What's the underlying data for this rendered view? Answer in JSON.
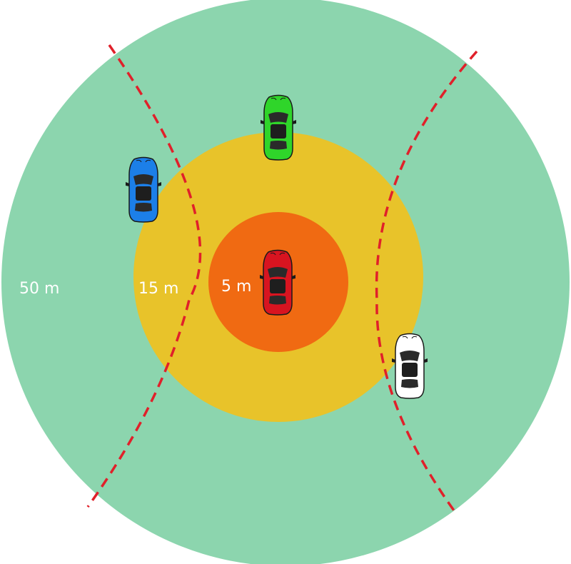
{
  "zones": [
    {
      "id": "outer",
      "label": "50 m",
      "color": "#8cd5ae"
    },
    {
      "id": "middle",
      "label": "15 m",
      "color": "#e8c32a"
    },
    {
      "id": "inner",
      "label": "5 m",
      "color": "#f06a12"
    }
  ],
  "boundary_color": "#e0202a",
  "cars": [
    {
      "id": "ego",
      "color": "#d81420"
    },
    {
      "id": "green",
      "color": "#2fd52a"
    },
    {
      "id": "blue",
      "color": "#1c7fe8"
    },
    {
      "id": "white",
      "color": "#ffffff"
    }
  ]
}
